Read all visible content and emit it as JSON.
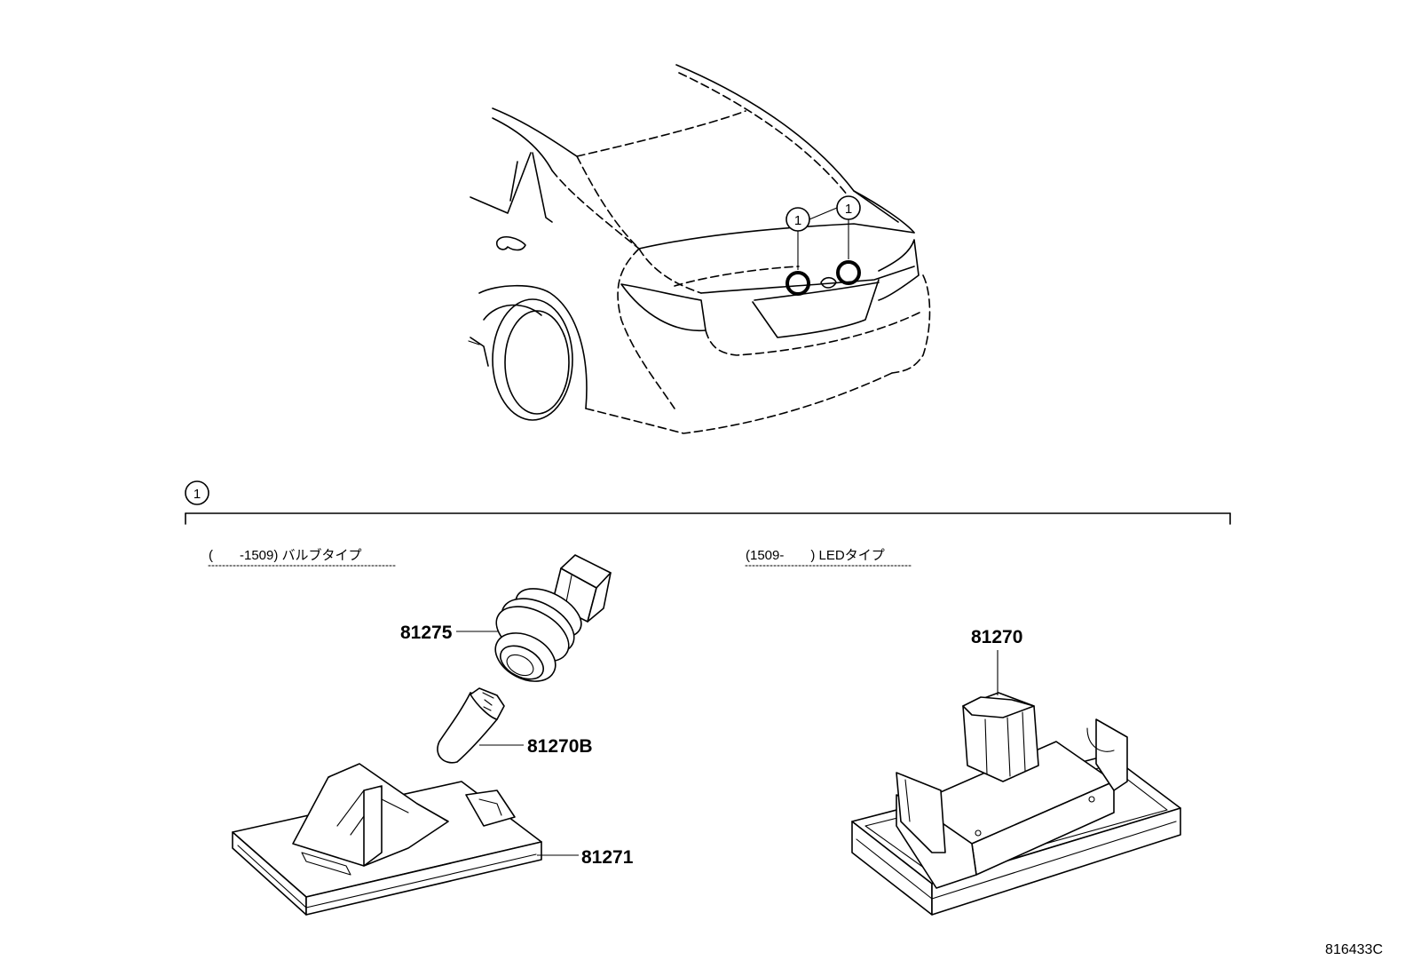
{
  "callout": {
    "number": "1"
  },
  "captions": {
    "bulb_type": "(　　-1509) バルブタイプ",
    "led_type": "(1509-　　) LEDタイプ"
  },
  "parts": {
    "socket": "81275",
    "bulb": "81270B",
    "lens": "81271",
    "led_lamp": "81270"
  },
  "drawing_code": "816433C"
}
